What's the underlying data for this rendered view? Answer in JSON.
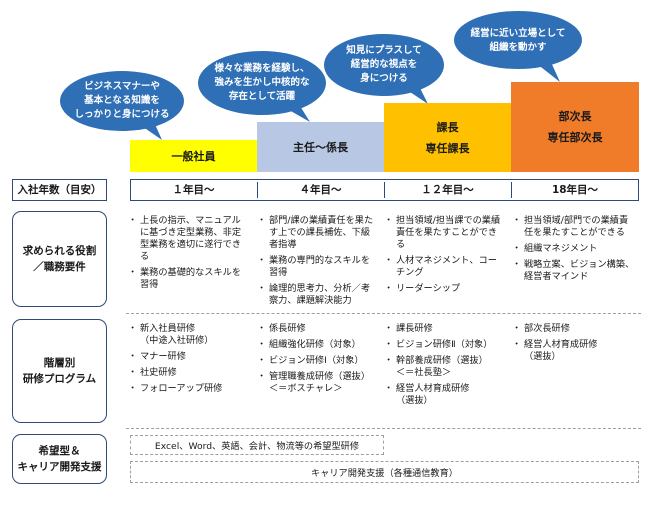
{
  "bubbles": [
    {
      "text": "ビジネスマナーや\n基本となる知識を\nしっかりと身につける",
      "color": "#2f6fb6"
    },
    {
      "text": "様々な業務を経験し、\n強みを生かし中核的な\n存在として活躍",
      "color": "#2f6fb6"
    },
    {
      "text": "知見にプラスして\n経営的な視点を\n身につける",
      "color": "#2f6fb6"
    },
    {
      "text": "経営に近い立場として\n組織を動かす",
      "color": "#2f6fb6"
    }
  ],
  "steps": [
    {
      "label": "一般社員",
      "color": "#ffff00",
      "text_color": "#1a1a1a"
    },
    {
      "label": "主任～係長",
      "color": "#b8c8e4",
      "text_color": "#1a1a1a"
    },
    {
      "label": "課長\n専任課長",
      "color": "#ffc000",
      "text_color": "#1a1a1a"
    },
    {
      "label": "部次長\n専任部次長",
      "color": "#f07c2a",
      "text_color": "#1a1a1a"
    }
  ],
  "row_labels": {
    "years": "入社年数（目安）",
    "roles": "求められる役割\n／職務要件",
    "programs": "階層別\n研修プログラム",
    "support": "希望型＆\nキャリア開発支援"
  },
  "years": [
    "１年目～",
    "４年目～",
    "１２年目～",
    "18年目～"
  ],
  "roles": [
    [
      "上長の指示、マニュアルに基づき定型業務、非定型業務を適切に遂行できる",
      "業務の基礎的なスキルを習得"
    ],
    [
      "部門/課の業績責任を果たす上での課長補佐、下級者指導",
      "業務の専門的なスキルを習得",
      "論理的思考力、分析／考察力、課題解決能力"
    ],
    [
      "担当領域/担当課での業績責任を果たすことができる",
      "人材マネジメント、コーチング",
      "リーダーシップ"
    ],
    [
      "担当領域/部門での業績責任を果たすことができる",
      "組織マネジメント",
      "戦略立案、ビジョン構築、経営者マインド"
    ]
  ],
  "programs": [
    [
      "新入社員研修\n（中途入社研修）",
      "マナー研修",
      "社史研修",
      "フォローアップ研修"
    ],
    [
      "係長研修",
      "組織強化研修（対象）",
      "ビジョン研修Ⅰ（対象）",
      "管理職養成研修（選抜）\n＜＝ボスチャレ＞"
    ],
    [
      "課長研修",
      "ビジョン研修Ⅱ（対象）",
      "幹部養成研修（選抜）\n＜＝社長塾＞",
      "経営人材育成研修\n（選抜）"
    ],
    [
      "部次長研修",
      "経営人材育成研修\n（選抜）"
    ]
  ],
  "support": {
    "optional": "Excel、Word、英語、会計、物流等の希望型研修",
    "career": "キャリア開発支援（各種通信教育）"
  }
}
